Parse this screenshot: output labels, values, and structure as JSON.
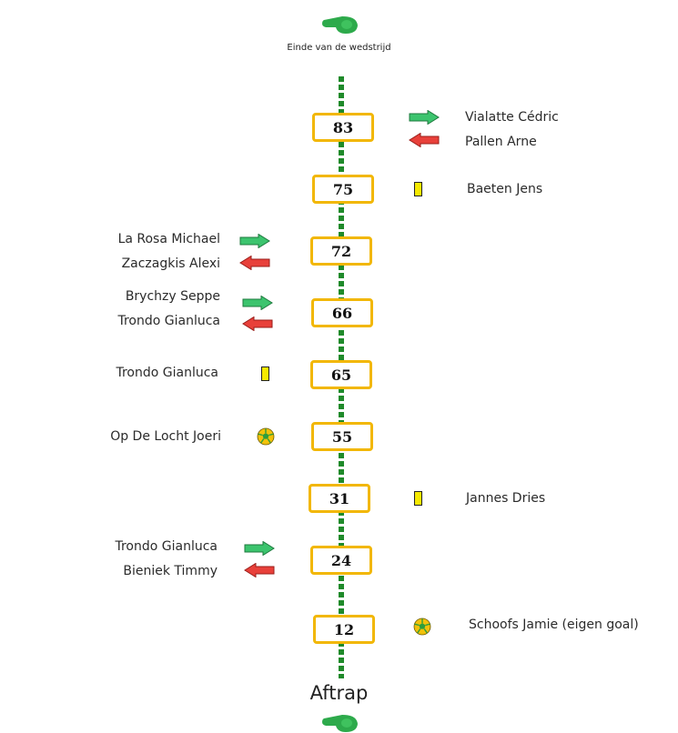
{
  "header": {
    "end_label": "Einde van de wedstrijd"
  },
  "footer": {
    "start_label": "Aftrap"
  },
  "colors": {
    "line": "#1f8a2a",
    "minute_border": "#f2b705",
    "arrow_in": "#3cc46e",
    "arrow_out": "#e8403a",
    "card_yellow": "#f6ea00",
    "whistle": "#2daa4b"
  },
  "events": [
    {
      "minute": "83",
      "side": "right",
      "type": "substitution",
      "in": "Vialatte Cédric",
      "out": "Pallen Arne"
    },
    {
      "minute": "75",
      "side": "right",
      "type": "yellow-card",
      "player": "Baeten Jens"
    },
    {
      "minute": "72",
      "side": "left",
      "type": "substitution",
      "in": "La Rosa Michael",
      "out": "Zaczagkis Alexi"
    },
    {
      "minute": "66",
      "side": "left",
      "type": "substitution",
      "in": "Brychzy Seppe",
      "out": "Trondo Gianluca"
    },
    {
      "minute": "65",
      "side": "left",
      "type": "yellow-card",
      "player": "Trondo Gianluca"
    },
    {
      "minute": "55",
      "side": "left",
      "type": "goal",
      "player": "Op De Locht Joeri"
    },
    {
      "minute": "31",
      "side": "right",
      "type": "yellow-card",
      "player": "Jannes Dries"
    },
    {
      "minute": "24",
      "side": "left",
      "type": "substitution",
      "in": "Trondo Gianluca",
      "out": "Bieniek Timmy"
    },
    {
      "minute": "12",
      "side": "right",
      "type": "goal",
      "player": "Schoofs Jamie (eigen goal)"
    }
  ]
}
